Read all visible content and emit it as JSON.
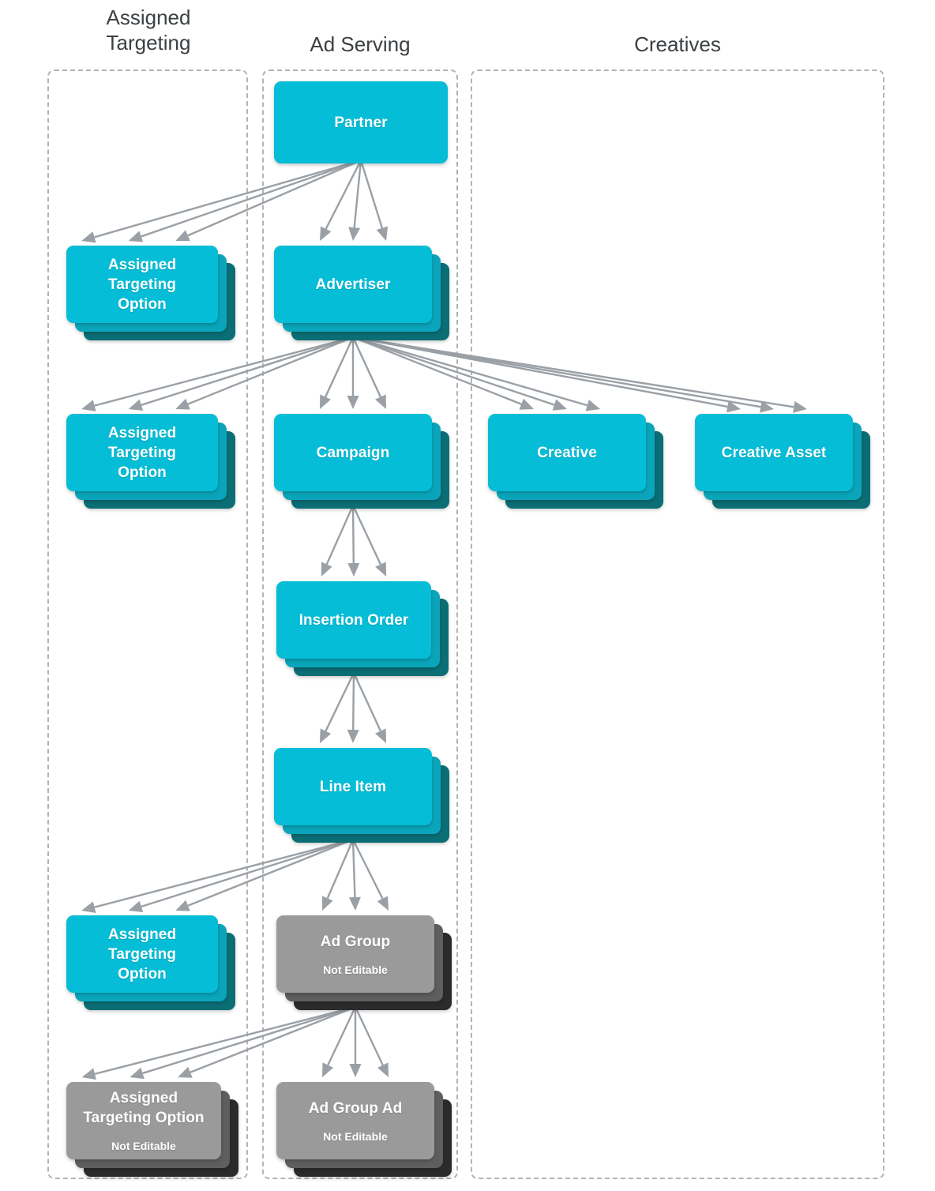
{
  "colors": {
    "cyan_front": "#05bdd6",
    "cyan_mid": "#0aa5ba",
    "cyan_back": "#0b6e75",
    "gray_front": "#9a9a9a",
    "gray_mid": "#5e5e5e",
    "gray_back": "#2b2b2b",
    "arrow": "#9aa0a6",
    "dashed_border": "#b3b3b3",
    "label_text": "#3c4043",
    "card_text": "#ffffff",
    "background": "#ffffff"
  },
  "groups": [
    {
      "id": "assigned-targeting",
      "label": "Assigned\nTargeting"
    },
    {
      "id": "ad-serving",
      "label": "Ad Serving"
    },
    {
      "id": "creatives",
      "label": "Creatives"
    }
  ],
  "nodes": [
    {
      "id": "partner",
      "title": "Partner",
      "sub": "",
      "style": "cyan",
      "group": "ad-serving"
    },
    {
      "id": "ato-partner",
      "title": "Assigned\nTargeting\nOption",
      "sub": "",
      "style": "cyan",
      "group": "assigned-targeting"
    },
    {
      "id": "advertiser",
      "title": "Advertiser",
      "sub": "",
      "style": "cyan",
      "group": "ad-serving"
    },
    {
      "id": "ato-advertiser",
      "title": "Assigned\nTargeting\nOption",
      "sub": "",
      "style": "cyan",
      "group": "assigned-targeting"
    },
    {
      "id": "campaign",
      "title": "Campaign",
      "sub": "",
      "style": "cyan",
      "group": "ad-serving"
    },
    {
      "id": "creative",
      "title": "Creative",
      "sub": "",
      "style": "cyan",
      "group": "creatives"
    },
    {
      "id": "creative-asset",
      "title": "Creative Asset",
      "sub": "",
      "style": "cyan",
      "group": "creatives"
    },
    {
      "id": "insertion-order",
      "title": "Insertion Order",
      "sub": "",
      "style": "cyan",
      "group": "ad-serving"
    },
    {
      "id": "line-item",
      "title": "Line Item",
      "sub": "",
      "style": "cyan",
      "group": "ad-serving"
    },
    {
      "id": "ato-line-item",
      "title": "Assigned\nTargeting\nOption",
      "sub": "",
      "style": "cyan",
      "group": "assigned-targeting"
    },
    {
      "id": "ad-group",
      "title": "Ad Group",
      "sub": "Not Editable",
      "style": "gray",
      "group": "ad-serving"
    },
    {
      "id": "ato-ad-group",
      "title": "Assigned\nTargeting Option",
      "sub": "Not Editable",
      "style": "gray",
      "group": "assigned-targeting"
    },
    {
      "id": "ad-group-ad",
      "title": "Ad Group Ad",
      "sub": "Not Editable",
      "style": "gray",
      "group": "ad-serving"
    }
  ],
  "edges": [
    {
      "from": "partner",
      "to": "ato-partner",
      "count": 3
    },
    {
      "from": "partner",
      "to": "advertiser",
      "count": 3
    },
    {
      "from": "advertiser",
      "to": "ato-advertiser",
      "count": 3
    },
    {
      "from": "advertiser",
      "to": "campaign",
      "count": 3
    },
    {
      "from": "advertiser",
      "to": "creative",
      "count": 3
    },
    {
      "from": "advertiser",
      "to": "creative-asset",
      "count": 3
    },
    {
      "from": "campaign",
      "to": "insertion-order",
      "count": 3
    },
    {
      "from": "insertion-order",
      "to": "line-item",
      "count": 3
    },
    {
      "from": "line-item",
      "to": "ato-line-item",
      "count": 3
    },
    {
      "from": "line-item",
      "to": "ad-group",
      "count": 3
    },
    {
      "from": "ad-group",
      "to": "ato-ad-group",
      "count": 3
    },
    {
      "from": "ad-group",
      "to": "ad-group-ad",
      "count": 3
    }
  ]
}
